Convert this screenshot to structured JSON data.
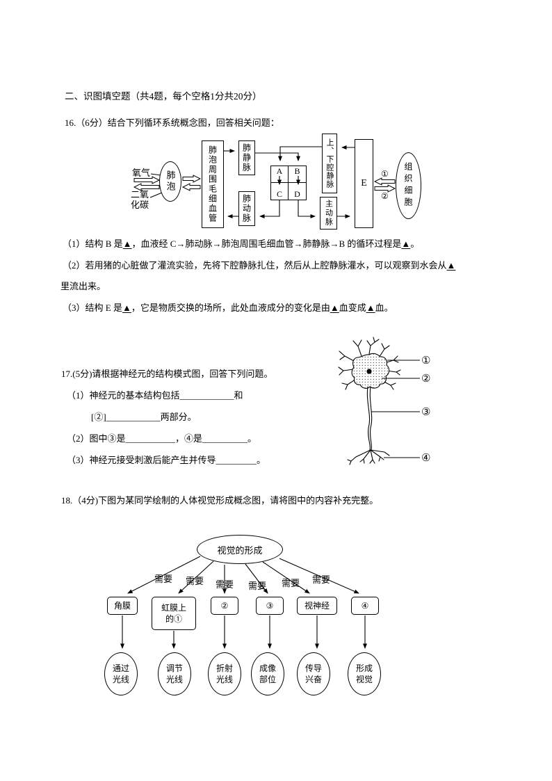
{
  "page": {
    "section_header": "二、识图填空题（共4题，每个空格1分共20分）"
  },
  "q16": {
    "title": "16.（6分）结合下列循环系统概念图，回答相关问题：",
    "diagram": {
      "oxygen": "氧气",
      "co2_line1": "二氧",
      "co2_line2": "化碳",
      "alveoli": "肺泡",
      "capillary": "肺泡周围毛细血管",
      "pulmonary_vein": "肺静脉",
      "pulmonary_artery": "肺动脉",
      "vena_cava": "上、下腔静脉",
      "aorta": "主动脉",
      "cell_a": "A",
      "cell_b": "B",
      "cell_c": "C",
      "cell_d": "D",
      "e_label": "E",
      "tissue_cells": "组织细胞",
      "num1": "①",
      "num2": "②"
    },
    "q1": "（1）结构 B 是▲，血液经 C→肺动脉→肺泡周围毛细血管→肺静脉→B 的循环过程是▲。",
    "q2": "（2）若用猪的心脏做了灌流实验，先将下腔静脉扎住，然后从上腔静脉灌水，可以观察到水会从▲",
    "q2b": "里流出来。",
    "q3": "（3）结构 E 是▲，它是物质交换的场所，此处血液成分的变化是由▲血变成▲血。"
  },
  "q17": {
    "title": "17.(5分)请根据神经元的结构模式图，回答下列问题。",
    "q1a": "（1）神经元的基本结构包括____________和",
    "q1b": "[②]____________两部分。",
    "q2": "（2）图中③是___________，④是__________。",
    "q3": "（3）神经元接受刺激后能产生并传导_________。",
    "labels": {
      "n1": "①",
      "n2": "②",
      "n3": "③",
      "n4": "④"
    }
  },
  "q18": {
    "title": "18.（4分)下图为某同学绘制的人体视觉形成概念图，请将图中的内容补充完整。",
    "diagram": {
      "root": "视觉的形成",
      "need": "需要",
      "boxes": [
        {
          "l1": "角膜",
          "l2": ""
        },
        {
          "l1": "虹膜上",
          "l2": "的①"
        },
        {
          "l1": "②",
          "l2": ""
        },
        {
          "l1": "③",
          "l2": ""
        },
        {
          "l1": "视神经",
          "l2": ""
        },
        {
          "l1": "④",
          "l2": ""
        }
      ],
      "results": [
        {
          "l1": "通过",
          "l2": "光线"
        },
        {
          "l1": "调节",
          "l2": "光线"
        },
        {
          "l1": "折射",
          "l2": "光线"
        },
        {
          "l1": "成像",
          "l2": "部位"
        },
        {
          "l1": "传导",
          "l2": "兴奋"
        },
        {
          "l1": "形成",
          "l2": "视觉"
        }
      ]
    }
  }
}
